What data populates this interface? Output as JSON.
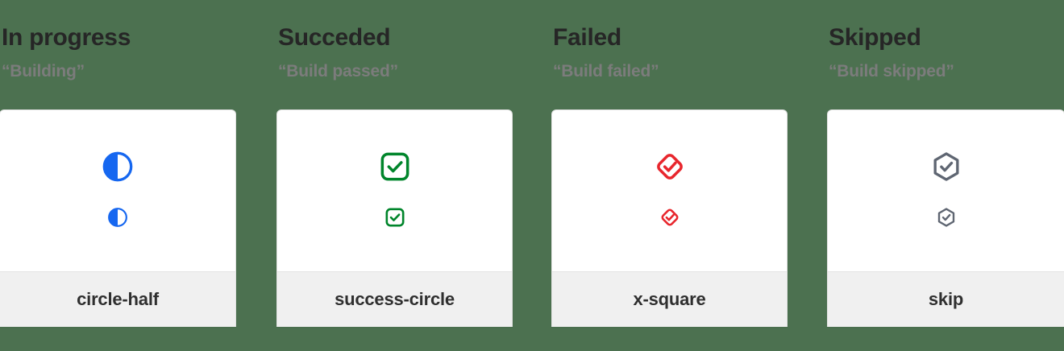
{
  "palette": {
    "background": "#4c7150",
    "card_bg": "#ffffff",
    "footer_bg": "#f0f0f0",
    "title_text": "#262626",
    "subtitle_text": "#7c7c7c",
    "footer_text": "#2f2f2f",
    "in_progress_blue": "#1667f0",
    "succeeded_green": "#00852b",
    "failed_red": "#e8262d",
    "skipped_gray": "#5f6672"
  },
  "columns": [
    {
      "title": "In progress",
      "subtitle": "“Building”",
      "icon_name": "circle-half",
      "icon_label": "circle-half",
      "color": "#1667f0"
    },
    {
      "title": "Succeded",
      "subtitle": "“Build passed”",
      "icon_name": "success-circle",
      "icon_label": "success-circle",
      "color": "#00852b"
    },
    {
      "title": "Failed",
      "subtitle": "“Build failed”",
      "icon_name": "x-square",
      "icon_label": "x-square",
      "color": "#e8262d"
    },
    {
      "title": "Skipped",
      "subtitle": "“Build skipped”",
      "icon_name": "skip",
      "icon_label": "skip",
      "color": "#5f6672"
    }
  ]
}
